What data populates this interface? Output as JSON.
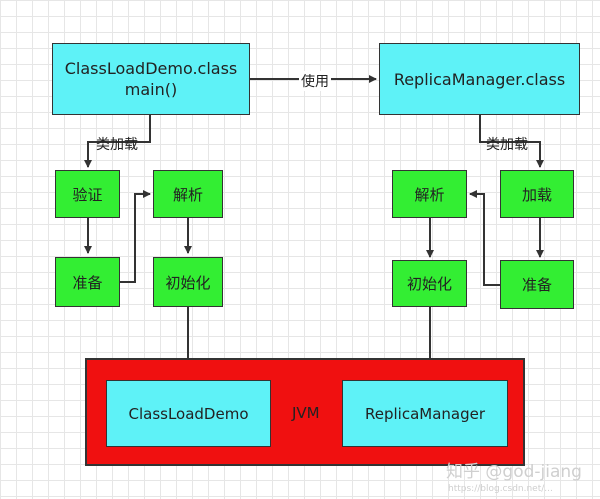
{
  "nodes": {
    "classload_class": {
      "line1": "ClassLoadDemo.class",
      "line2": "main()"
    },
    "replica_class": "ReplicaManager.class",
    "left_verify": "验证",
    "left_prepare": "准备",
    "left_resolve": "解析",
    "left_init": "初始化",
    "right_resolve": "解析",
    "right_init": "初始化",
    "right_load": "加载",
    "right_prepare": "准备",
    "jvm_label": "JVM",
    "jvm_classload": "ClassLoadDemo",
    "jvm_replica": "ReplicaManager"
  },
  "edge_labels": {
    "use": "使用",
    "load_left": "类加载",
    "load_right": "类加载"
  },
  "watermark": {
    "main": "知乎 @god-jiang",
    "sub": "https://blog.csdn.net/..."
  },
  "colors": {
    "cyan": "#5ef2f7",
    "green": "#33ee33",
    "red": "#f01010",
    "line": "#333333"
  }
}
